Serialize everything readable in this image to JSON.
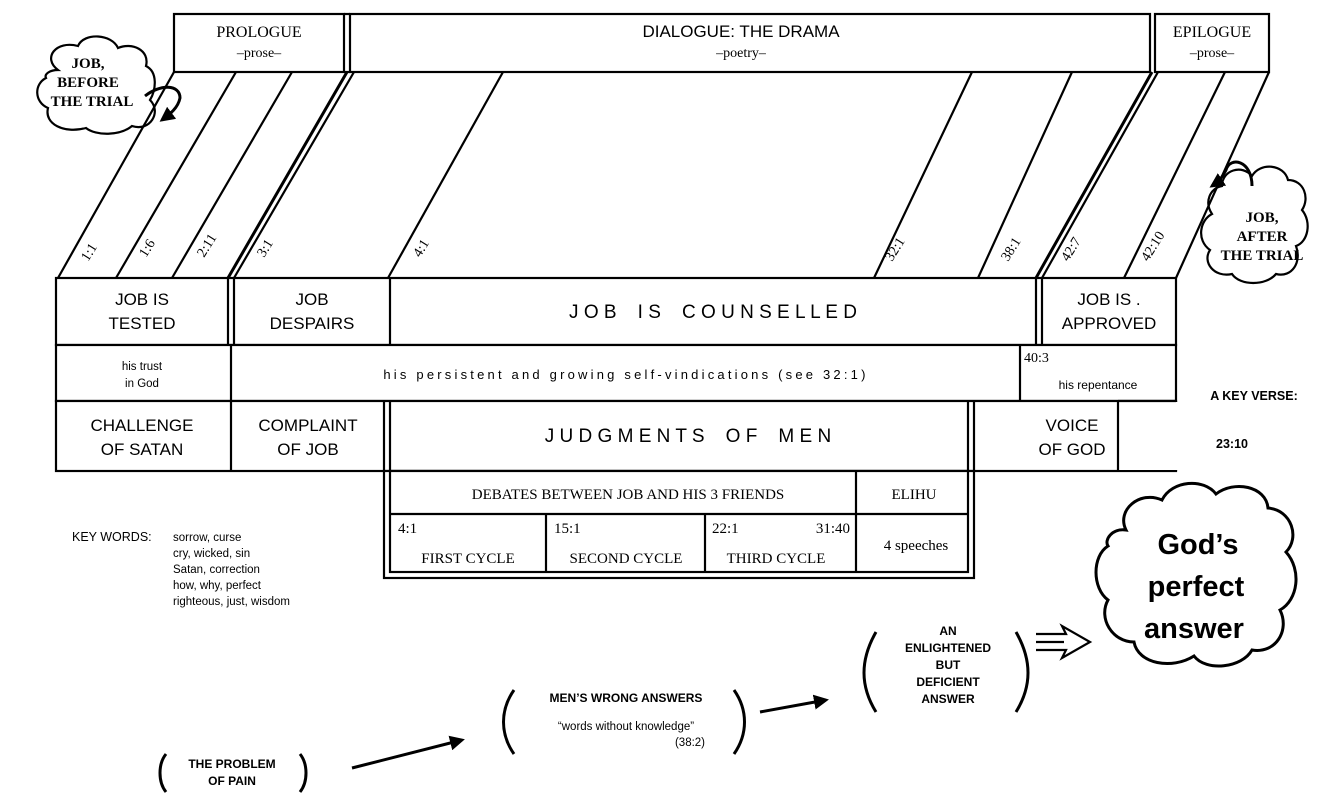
{
  "header": {
    "prologue": {
      "title": "PROLOGUE",
      "sub": "–prose–"
    },
    "dialogue": {
      "title": "DIALOGUE:  THE DRAMA",
      "sub": "–poetry–"
    },
    "epilogue": {
      "title": "EPILOGUE",
      "sub": "–prose–"
    }
  },
  "callouts": {
    "before": [
      "JOB,",
      "BEFORE",
      "THE TRIAL"
    ],
    "after": [
      "JOB,",
      "AFTER",
      "THE TRIAL"
    ]
  },
  "refs": [
    "1:1",
    "1:6",
    "2:11",
    "3:1",
    "4:1",
    "32:1",
    "38:1",
    "42:7",
    "42:10"
  ],
  "row1": {
    "tested": [
      "JOB IS",
      "TESTED"
    ],
    "despairs": [
      "JOB",
      "DESPAIRS"
    ],
    "counselled": "J O B    I S    C O U N S E L L E D",
    "approved": [
      "JOB IS .",
      "APPROVED"
    ]
  },
  "row2": {
    "trust": [
      "his trust",
      "in God"
    ],
    "vindication": "his persistent and growing self-vindications (see 32:1)",
    "repentance_ref": "40:3",
    "repentance": "his repentance"
  },
  "row3": {
    "satan": [
      "CHALLENGE",
      "OF SATAN"
    ],
    "complaint": [
      "COMPLAINT",
      "OF JOB"
    ],
    "judgments": "J U D G M E N T S    O F    M E N",
    "god": [
      "VOICE",
      "OF GOD"
    ]
  },
  "key_verse": {
    "label": "A KEY VERSE:",
    "ref": "23:10"
  },
  "debates": {
    "header": "DEBATES BETWEEN JOB AND HIS 3 FRIENDS",
    "elihu": "ELIHU",
    "elihu_sub": "4 speeches",
    "cycles": [
      {
        "ref": "4:1",
        "label": "FIRST CYCLE"
      },
      {
        "ref": "15:1",
        "label": "SECOND CYCLE"
      },
      {
        "ref": "22:1",
        "ref2": "31:40",
        "label": "THIRD CYCLE"
      }
    ]
  },
  "key_words": {
    "label": "KEY WORDS:",
    "lines": [
      "sorrow, curse",
      "cry, wicked, sin",
      "Satan, correction",
      "how, why, perfect",
      "righteous, just, wisdom"
    ]
  },
  "flow": {
    "problem": [
      "THE PROBLEM",
      "OF PAIN"
    ],
    "wrong": [
      "MEN’S WRONG ANSWERS",
      "“words without knowledge”",
      "(38:2)"
    ],
    "enlightened": [
      "AN",
      "ENLIGHTENED",
      "BUT",
      "DEFICIENT",
      "ANSWER"
    ],
    "perfect": [
      "God’s",
      "perfect",
      "answer"
    ]
  }
}
